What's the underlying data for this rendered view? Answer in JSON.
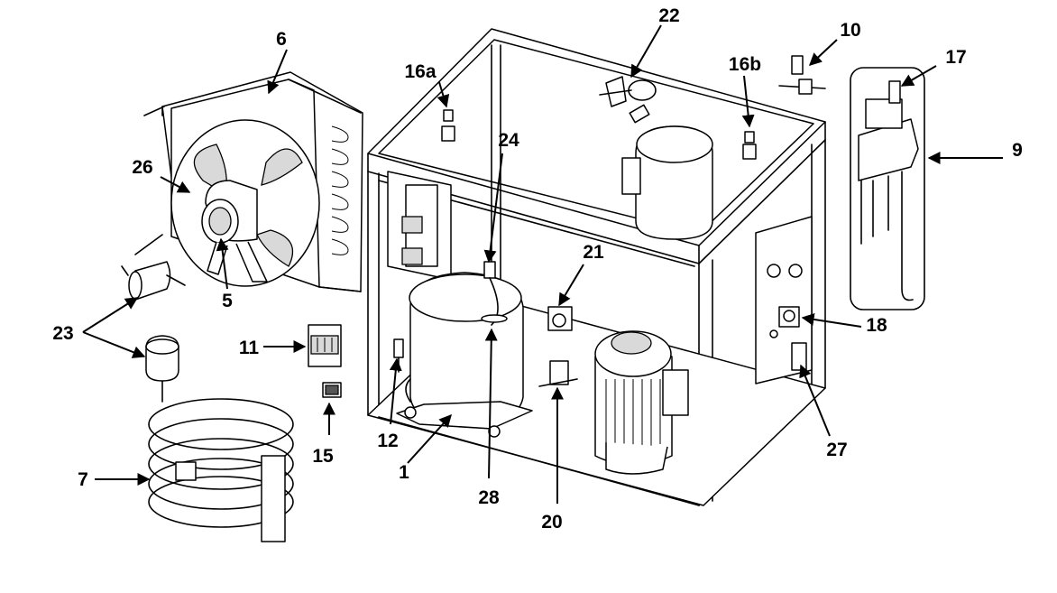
{
  "diagram": {
    "type": "exploded-parts-diagram",
    "callouts": {
      "c1": "1",
      "c5": "5",
      "c6": "6",
      "c7": "7",
      "c9": "9",
      "c10": "10",
      "c11": "11",
      "c12": "12",
      "c15": "15",
      "c16a": "16a",
      "c16b": "16b",
      "c17": "17",
      "c18": "18",
      "c20": "20",
      "c21": "21",
      "c22": "22",
      "c23": "23",
      "c24": "24",
      "c26": "26",
      "c27": "27",
      "c28": "28"
    }
  }
}
